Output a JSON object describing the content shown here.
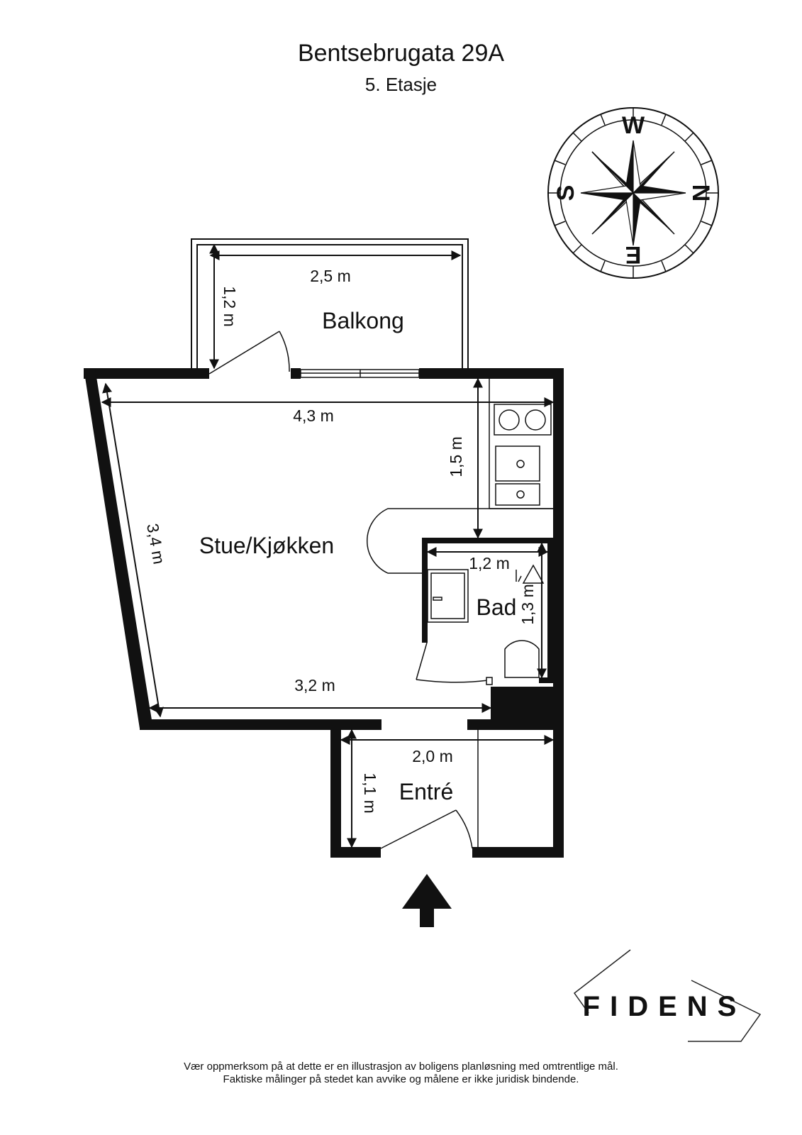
{
  "header": {
    "title": "Bentsebrugata 29A",
    "subtitle": "5. Etasje"
  },
  "compass": {
    "north": "N",
    "south": "S",
    "east": "E",
    "west": "W"
  },
  "rooms": {
    "balkong": {
      "label": "Balkong",
      "width": "2,5 m",
      "depth": "1,2 m"
    },
    "stue_kjokken": {
      "label": "Stue/Kjøkken",
      "width_top": "4,3 m",
      "kitchen_depth": "1,5 m",
      "left_side": "3,4 m",
      "width_bottom": "3,2 m"
    },
    "bad": {
      "label": "Bad",
      "width": "1,2 m",
      "depth": "1,3 m"
    },
    "entre": {
      "label": "Entré",
      "width": "2,0 m",
      "depth": "1,1 m"
    }
  },
  "brand": {
    "logo_text": "FIDENS"
  },
  "footer": {
    "line1": "Vær oppmerksom på at dette er en illustrasjon av boligens planløsning med omtrentlige mål.",
    "line2": "Faktiske målinger på stedet kan avvike og målene er ikke juridisk bindende."
  }
}
